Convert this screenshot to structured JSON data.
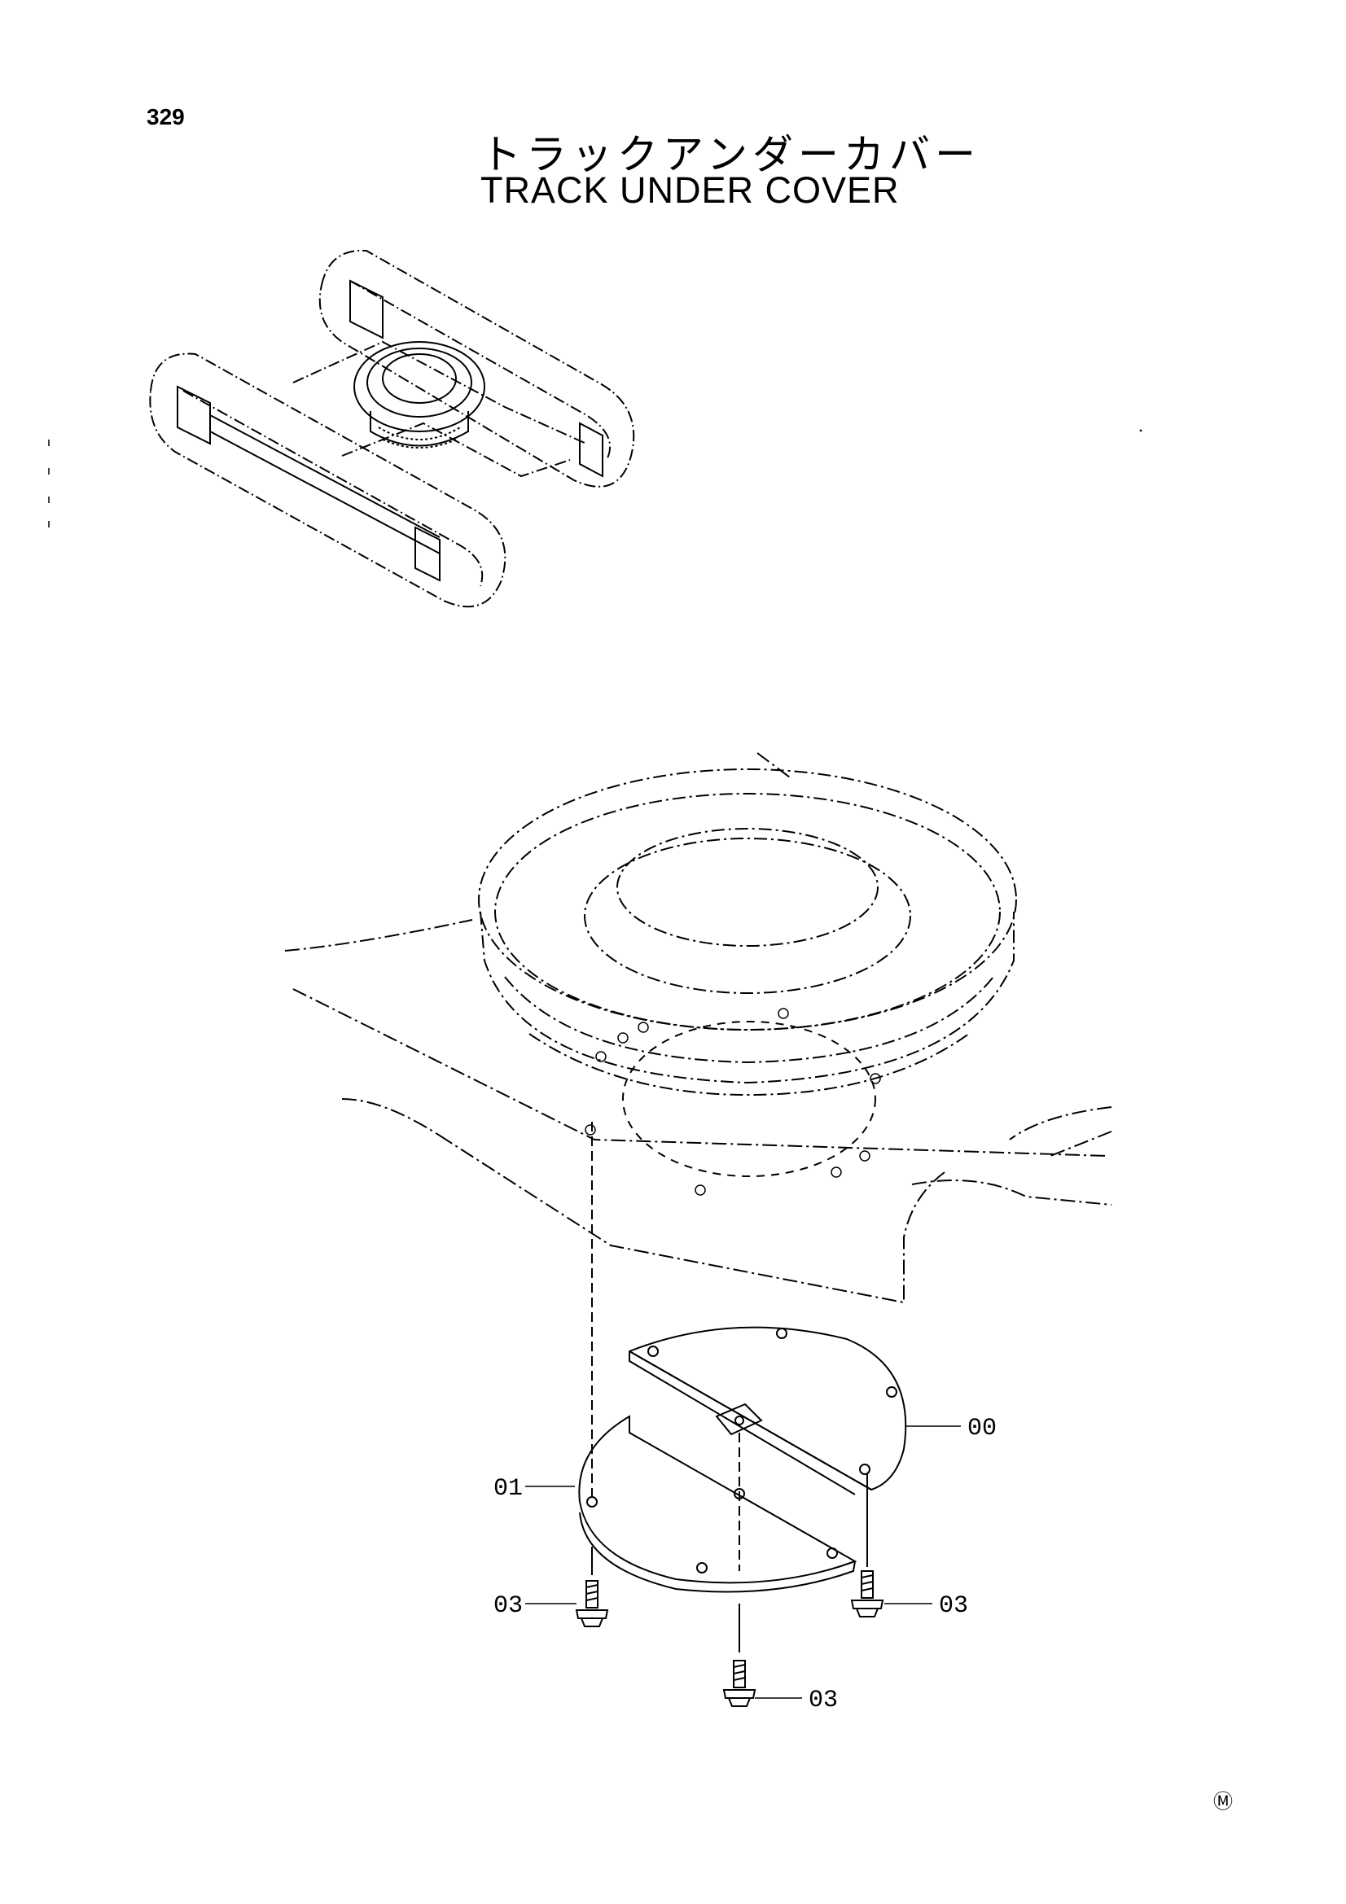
{
  "page": {
    "number": "329",
    "title_jp": "トラックアンダーカバー",
    "title_en": "TRACK UNDER COVER",
    "mark": "Ⓜ"
  },
  "callouts": [
    {
      "id": "00",
      "label": "00"
    },
    {
      "id": "01",
      "label": "01"
    },
    {
      "id": "03-left",
      "label": "03"
    },
    {
      "id": "03-right",
      "label": "03"
    },
    {
      "id": "03-bottom",
      "label": "03"
    }
  ]
}
